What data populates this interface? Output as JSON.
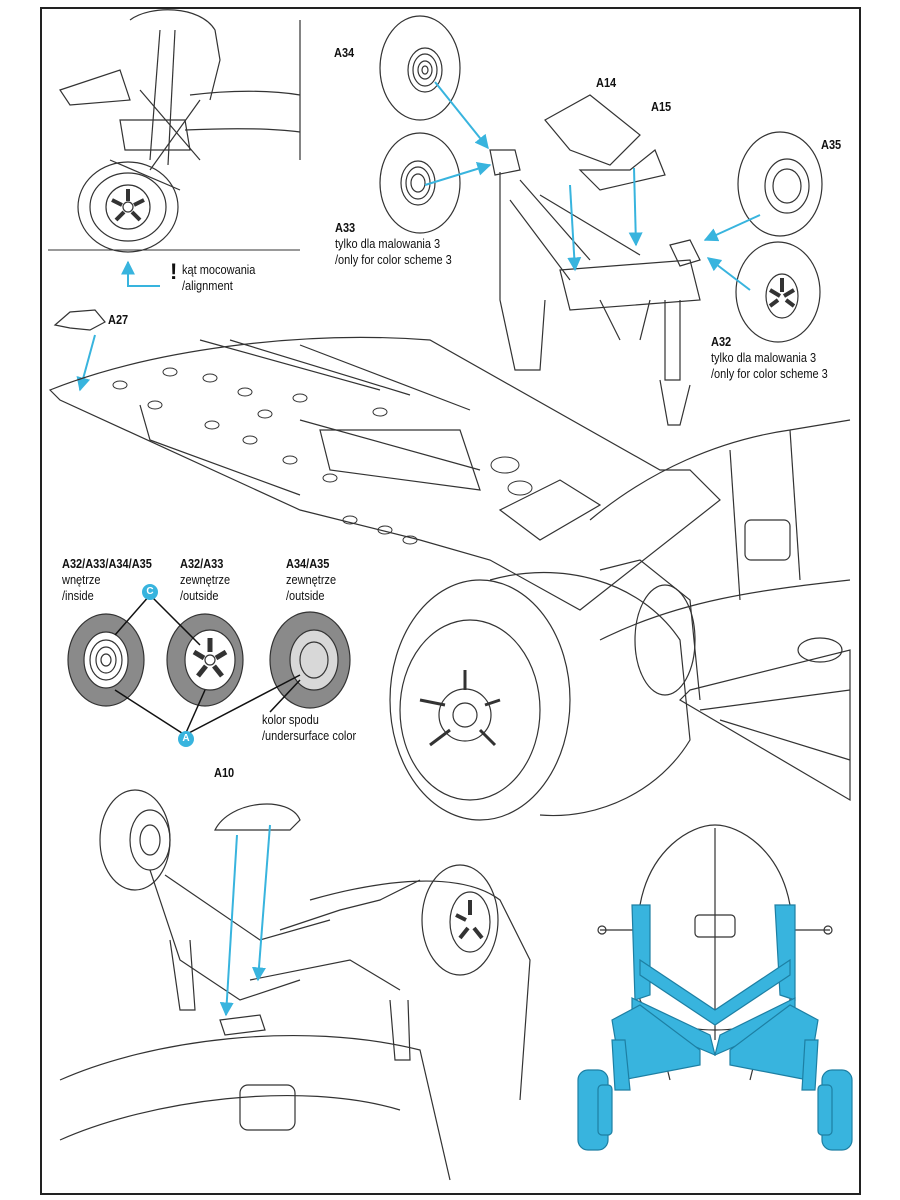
{
  "colors": {
    "accent": "#38b4de",
    "line": "#333333",
    "tire_gray": "#8a8a8a"
  },
  "parts": {
    "a34": "A34",
    "a14": "A14",
    "a15": "A15",
    "a35": "A35",
    "a33": "A33",
    "a32": "A32",
    "a27": "A27",
    "a10": "A10"
  },
  "notes": {
    "scheme3_pl": "tylko dla malowania 3",
    "scheme3_en": "/only for color scheme 3",
    "alignment_pl": "kąt mocowania",
    "alignment_en": "/alignment"
  },
  "legend": {
    "inside_parts": "A32/A33/A34/A35",
    "inside_pl": "wnętrze",
    "inside_en": "/inside",
    "out1_parts": "A32/A33",
    "out1_pl": "zewnętrze",
    "out1_en": "/outside",
    "out2_parts": "A34/A35",
    "out2_pl": "zewnętrze",
    "out2_en": "/outside",
    "badge_c": "C",
    "badge_a": "A",
    "under_pl": "kolor spodu",
    "under_en": "/undersurface color"
  }
}
